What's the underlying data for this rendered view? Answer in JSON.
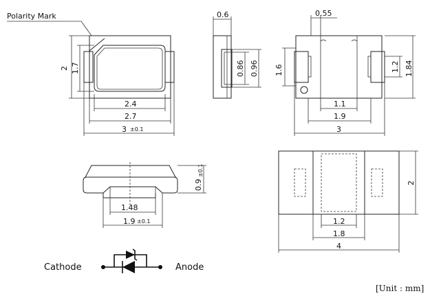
{
  "labels": {
    "polarity_mark": "Polarity Mark",
    "cathode": "Cathode",
    "anode": "Anode",
    "unit": "[Unit : mm]"
  },
  "top_view": {
    "dim_width_inner": "2.4",
    "dim_width_mid": "2.7",
    "dim_width_total": "3",
    "dim_width_tol": "±0.1",
    "dim_height_total": "2",
    "dim_height_inner": "1.7"
  },
  "side_view": {
    "dim_thickness": "0.6",
    "dim_lead_a": "0.86",
    "dim_lead_b": "0.96"
  },
  "bottom_view": {
    "dim_top": "0.55",
    "dim_height_left": "1.6",
    "dim_pad_height": "1.2",
    "dim_height_right": "1.84",
    "dim_pad_inner": "1.1",
    "dim_pad_outer": "1.9",
    "dim_total": "3"
  },
  "front_view": {
    "dim_height": "0.9",
    "dim_height_tol": "±0.1",
    "dim_inner": "1.48",
    "dim_outer": "1.9",
    "dim_outer_tol": "±0.1"
  },
  "footprint": {
    "dim_height": "2",
    "dim_inner": "1.2",
    "dim_mid": "1.8",
    "dim_total": "4"
  }
}
